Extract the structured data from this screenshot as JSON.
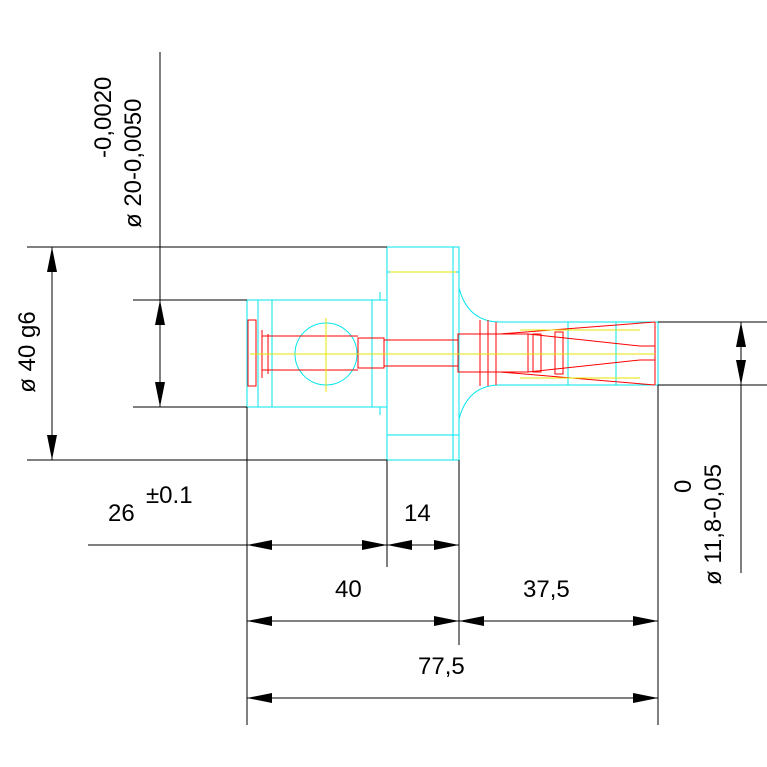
{
  "drawing": {
    "colors": {
      "background": "#ffffff",
      "dimension": "#000000",
      "outline": "#00e5ee",
      "section": "#ff0000",
      "centerline": "#e6e600"
    },
    "dim_left_outer": {
      "label": "ø 40 g6"
    },
    "dim_left_top": {
      "line1": "ø 20-0,0050",
      "line2": "-0,0020"
    },
    "dim_right": {
      "line1": "ø 11,8-0,05",
      "line2": "0"
    },
    "dim_26": {
      "value": "26",
      "tolerance": "±0.1"
    },
    "dim_14": {
      "value": "14"
    },
    "dim_40": {
      "value": "40"
    },
    "dim_37_5": {
      "value": "37,5"
    },
    "dim_77_5": {
      "value": "77,5"
    }
  }
}
